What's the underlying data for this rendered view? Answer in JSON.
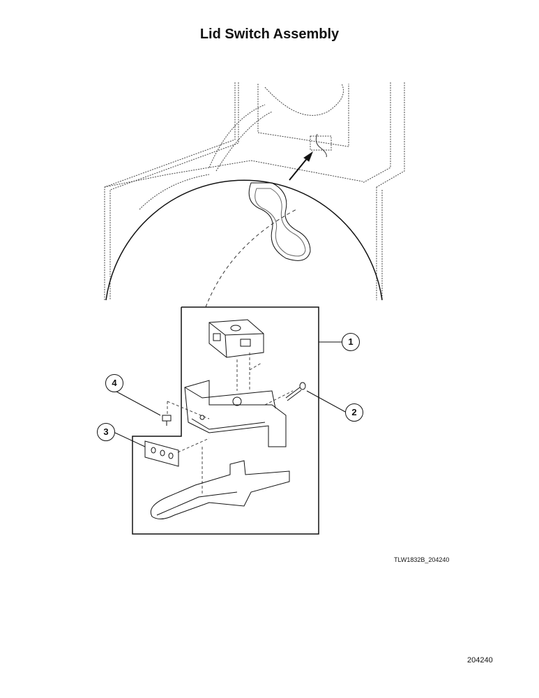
{
  "title": "Lid Switch Assembly",
  "figure_code": "TLW1832B_204240",
  "page_number": "204240",
  "callouts": [
    "1",
    "2",
    "3",
    "4"
  ]
}
